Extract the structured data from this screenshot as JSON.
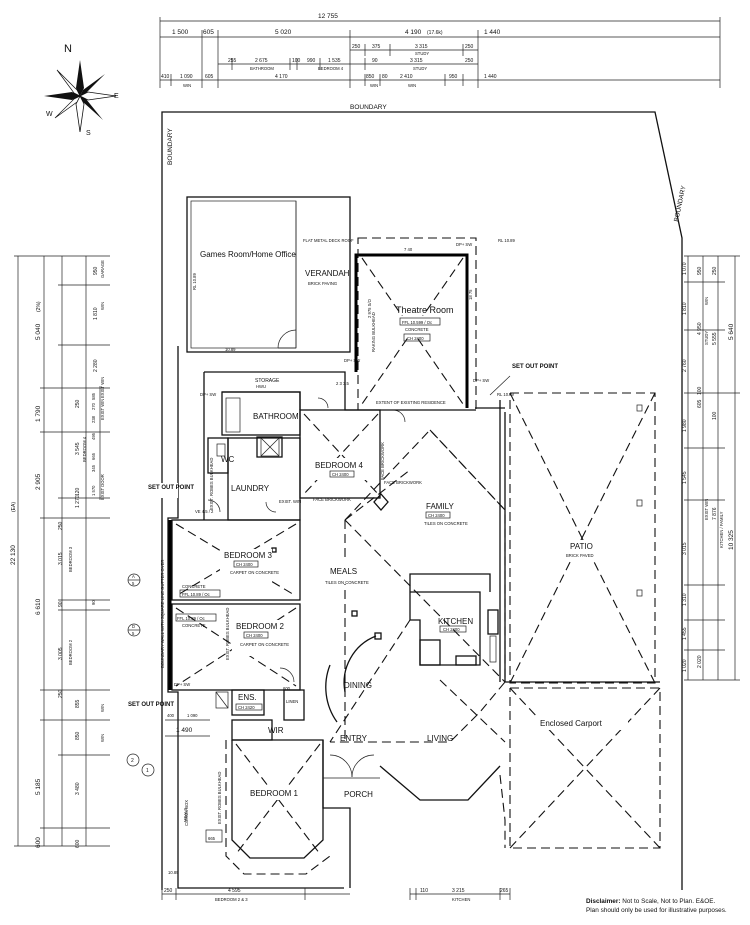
{
  "compass": {
    "n": "N",
    "e": "E",
    "s": "S",
    "w": "W"
  },
  "boundary_labels": [
    "BOUNDARY",
    "BOUNDARY",
    "BOUNDARY"
  ],
  "top_dims": {
    "overall": "12 755",
    "row1": [
      "1 500",
      "605",
      "5 020",
      "4 190",
      "(17.6k)",
      "1 440"
    ],
    "row2": [
      "250",
      "375",
      "3 315",
      "250",
      "STUDY"
    ],
    "row3": [
      "255",
      "2 675",
      "100",
      "990",
      "1 535",
      "90",
      "3 315",
      "250",
      "BATHROOM",
      "BEDROOM 4",
      "STUDY"
    ],
    "row4": [
      "410",
      "1 090",
      "605",
      "4 170",
      "850",
      "80",
      "2 410",
      "950",
      "1 440",
      "WIN",
      "WIN",
      "WIN"
    ]
  },
  "left_dims": {
    "overall": "22 130",
    "ea": "(EA)",
    "col_outer": [
      "5 040",
      "(2%)",
      "1 790",
      "2 905",
      "6 610",
      "5 185",
      "600"
    ],
    "col_mid": [
      "950",
      "1 810",
      "2 280",
      "250",
      "3 545",
      "1 270",
      "120",
      "3 015",
      "250",
      "90",
      "3 005",
      "250",
      "855",
      "850",
      "3 480",
      "600"
    ],
    "col_inner": [
      "585",
      "270",
      "238",
      "495",
      "665",
      "345",
      "1 570",
      "90"
    ],
    "col_labels": [
      "GARAGE",
      "WIN",
      "EXIST WIN",
      "BEDROOM 4",
      "EXIST DOOR",
      "BEDROOM 3",
      "BEDROOM 2",
      "WIN",
      "WIN",
      "MEALS",
      "EXIST WIN"
    ]
  },
  "right_dims": {
    "col1": [
      "1 070",
      "1 810",
      "2 760",
      "1 980",
      "1 545",
      "3 015",
      "1 310",
      "1 455",
      "1 020"
    ],
    "col2": [
      "950",
      "4 950",
      "605",
      "100",
      "100",
      "2 020"
    ],
    "col3": [
      "250",
      "5 555",
      "7 876",
      "10 325"
    ],
    "col4": [
      "5 640",
      "KITCHEN / FAMILY",
      "STUDY",
      "EXIST WIN",
      "WIN"
    ]
  },
  "bottom_dims": {
    "left": [
      "250",
      "4 595",
      "BEDROOM 2 & 3"
    ],
    "right": [
      "110",
      "3 215",
      "265",
      "KITCHEN"
    ]
  },
  "rooms": {
    "games": "Games Room/Home Office",
    "verandah": "VERANDAH",
    "verandah_roof": "FLAT METAL DECK ROOF",
    "verandah_floor": "BRICK PAVING",
    "theatre": "Theatre Room",
    "theatre_ffl": "FFL 10.599 / Oc",
    "theatre_floor": "CONCRETE",
    "theatre_ch": "CH 2400",
    "storage": "STORAGE",
    "storage_sub": "HWU",
    "bathroom": "BATHROOM",
    "wc": "WC",
    "laundry": "LAUNDRY",
    "bed4": "BEDROOM 4",
    "bed4_ch": "CH 2400",
    "bed3": "BEDROOM 3",
    "bed3_ch": "CH 2400",
    "bed3_floor": "CARPET ON CONCRETE",
    "bed2": "BEDROOM 2",
    "bed2_ch": "CH 2400",
    "bed2_floor": "CARPET ON CONCRETE",
    "concrete": "CONCRETE",
    "ffl_bed": "FFL 10.89 / Oc",
    "meals": "MEALS",
    "meals_floor": "TILES ON CONCRETE",
    "family": "FAMILY",
    "family_ch": "CH 2400",
    "family_floor": "TILES ON CONCRETE",
    "patio": "PATIO",
    "patio_floor": "BRICK PAVED",
    "kitchen": "KITCHEN",
    "kitchen_ch": "CH 2400",
    "dining": "DINING",
    "entry": "ENTRY",
    "living": "LIVING",
    "porch": "PORCH",
    "ens": "ENS.",
    "ens_ch": "CH 2420",
    "linen": "LINEN",
    "wir": "WIR",
    "bed1": "BEDROOM 1",
    "carport": "Enclosed Carport",
    "exist_win": "EXIST. WIN",
    "face_brick": "FACE BRICKWORK",
    "face_brick2": "FACE BRICKWORK",
    "exist_residence": "EXTENT OF EXISTING RESIDENCE",
    "boundary_wall": "BOUNDARY WALL WITH SQUARE LINE GUTTER OVER",
    "dp": "DP+ SW",
    "dp_b": "DP+ SW",
    "dp_c": "DP+ SW",
    "dp_d": "DP+ SW",
    "dp_e": "DP+ SW",
    "rl": "RL 10.89",
    "raking_bulkhead": "RAKING BULKHEAD",
    "comms": "COMMS BOX",
    "exist_robes": "EXIST. ROBES BULKHEAD",
    "exist_robes2": "EXIST. ROBES BULKHEAD",
    "pos_a": "A",
    "pos_b": "5",
    "pos_c": "D",
    "pos_d": "5",
    "pos_e": "2",
    "pos_f": "1"
  },
  "room_dims": {
    "theatre_w": "7 40",
    "theatre_h": "18 75",
    "theatre_bulk": "2 975 S/O",
    "verandah_d": "10.89",
    "storage_dim": "2 3 3.5",
    "laundry_dim": "VE 4.5 / 2",
    "bed2_dim": "600",
    "ens_dims": [
      "400",
      "1 090",
      "1 490"
    ],
    "comms_dim": "665",
    "bed1_dim": "10.89"
  },
  "set_out_points": [
    "SET OUT POINT",
    "SET OUT POINT",
    "SET OUT POINT"
  ],
  "disclaimer": {
    "bold": "Disclaimer:",
    "line1": " Not to Scale, Not to Plan. E&OE.",
    "line2": "Plan should only be used for illustrative purposes."
  }
}
